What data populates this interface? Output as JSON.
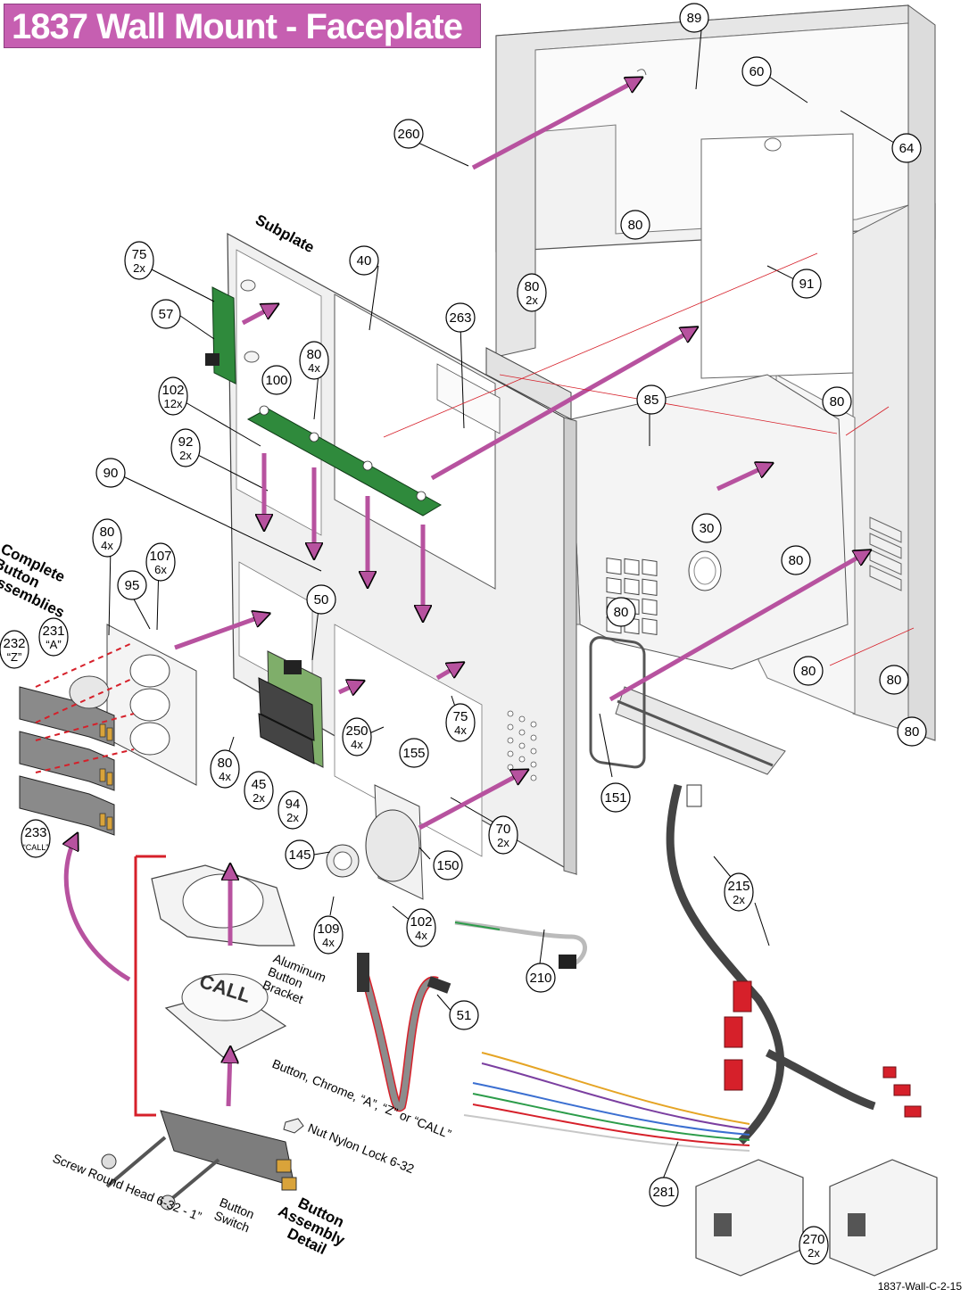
{
  "title": "1837 Wall Mount - Faceplate",
  "doc_number": "1837-Wall-C-2-15",
  "colors": {
    "banner": "#c65fb1",
    "arrow": "#b7529f",
    "pcb": "#2f8a3c",
    "wire_red": "#d6202a",
    "enclosure": "#efefef"
  },
  "section_labels": {
    "subplate": "Subplate",
    "complete_line1": "Complete",
    "complete_line2": "Button",
    "complete_line3": "Assemblies",
    "detail_line1": "Button",
    "detail_line2": "Assembly",
    "detail_line3": "Detail"
  },
  "notes": {
    "bracket_line1": "Aluminum",
    "bracket_line2": "Button",
    "bracket_line3": "Bracket",
    "chrome_button": "Button, Chrome, “A”, “Z” or “CALL”",
    "nut": "Nut Nylon Lock 6-32",
    "screw": "Screw Round Head 6-32 - 1”",
    "switch_line1": "Button",
    "switch_line2": "Switch",
    "cap_text": "CALL"
  },
  "callouts": [
    {
      "num": "89"
    },
    {
      "num": "60"
    },
    {
      "num": "64"
    },
    {
      "num": "260"
    },
    {
      "num": "80"
    },
    {
      "num": "91"
    },
    {
      "num": "80",
      "qty": "2x"
    },
    {
      "num": "40"
    },
    {
      "num": "263"
    },
    {
      "num": "75",
      "qty": "2x"
    },
    {
      "num": "57"
    },
    {
      "num": "80",
      "qty": "4x"
    },
    {
      "num": "100"
    },
    {
      "num": "102",
      "qty": "12x"
    },
    {
      "num": "92",
      "qty": "2x"
    },
    {
      "num": "90"
    },
    {
      "num": "85"
    },
    {
      "num": "80"
    },
    {
      "num": "30"
    },
    {
      "num": "80"
    },
    {
      "num": "80",
      "qty": "4x"
    },
    {
      "num": "107",
      "qty": "6x"
    },
    {
      "num": "95"
    },
    {
      "num": "50"
    },
    {
      "num": "80"
    },
    {
      "num": "80"
    },
    {
      "num": "80"
    },
    {
      "num": "80"
    },
    {
      "num": "232",
      "qty": "“Z”"
    },
    {
      "num": "231",
      "qty": "“A”"
    },
    {
      "num": "250",
      "qty": "4x"
    },
    {
      "num": "75",
      "qty": "4x"
    },
    {
      "num": "155"
    },
    {
      "num": "80",
      "qty": "4x"
    },
    {
      "num": "45",
      "qty": "2x"
    },
    {
      "num": "94",
      "qty": "2x"
    },
    {
      "num": "151"
    },
    {
      "num": "233",
      "qty": "“CALL”"
    },
    {
      "num": "70",
      "qty": "2x"
    },
    {
      "num": "145"
    },
    {
      "num": "150"
    },
    {
      "num": "215",
      "qty": "2x"
    },
    {
      "num": "109",
      "qty": "4x"
    },
    {
      "num": "102",
      "qty": "4x"
    },
    {
      "num": "210"
    },
    {
      "num": "51"
    },
    {
      "num": "281"
    },
    {
      "num": "270",
      "qty": "2x"
    }
  ]
}
